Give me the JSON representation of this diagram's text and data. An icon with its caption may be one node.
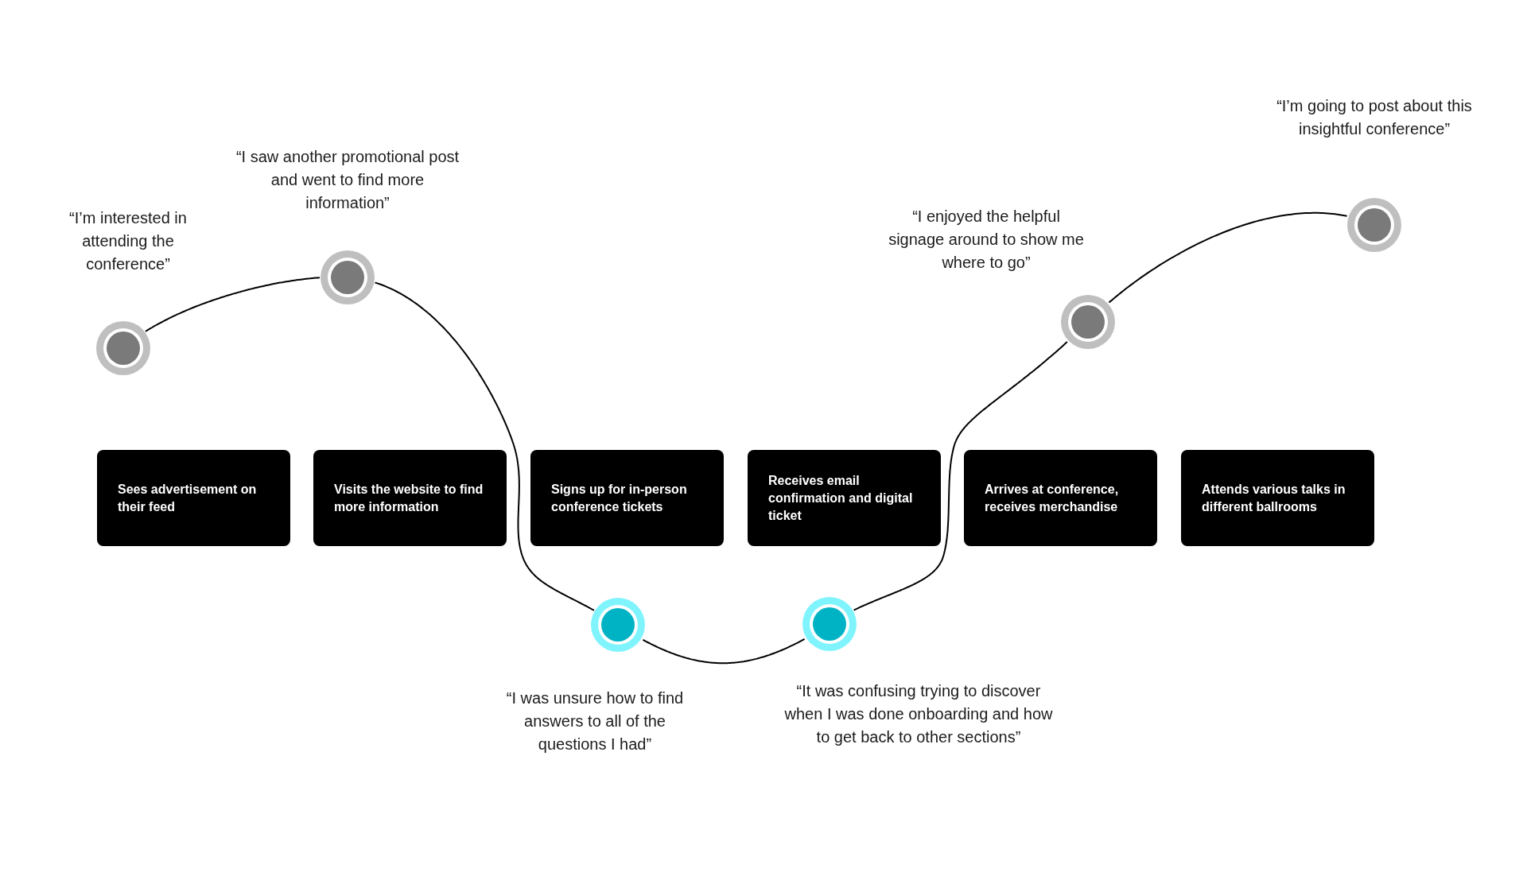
{
  "diagram": {
    "nodes": [
      {
        "text": [
          "Sees advertisement on their feed"
        ]
      },
      {
        "text": [
          "Visits the website to find more information"
        ]
      },
      {
        "text": [
          "Signs up for in-person conference tickets"
        ]
      },
      {
        "text": [
          "Receives email confirmation and digital ticket"
        ]
      },
      {
        "text": [
          "Arrives at conference, receives merchandise"
        ]
      },
      {
        "text": [
          "Attends various talks in different ballrooms"
        ]
      },
      {
        "text": [],
        "shape": "circle",
        "beside": [
          "“I’m interested in attending the conference”"
        ]
      },
      {
        "text": [],
        "shape": "circle",
        "beside": [
          "“I saw another promotional post and went to find more information”"
        ]
      },
      {
        "text": [],
        "shape": "circle",
        "beside": [
          "“I was unsure how to find answers to all of the questions I had”"
        ]
      },
      {
        "text": [],
        "shape": "circle",
        "beside": [
          "“It was confusing trying to discover when I was done onboarding and how to get back to other sections”"
        ]
      },
      {
        "text": [],
        "shape": "circle",
        "beside": [
          "“I enjoyed the helpful signage around to show me where to go”"
        ]
      },
      {
        "text": [],
        "shape": "circle",
        "beside": [
          "“I’m going to post about this insightful conference”"
        ]
      }
    ],
    "edges": [
      {
        "from": 6,
        "to": 7,
        "arrow": "none"
      },
      {
        "from": 7,
        "to": 8,
        "arrow": "none"
      },
      {
        "from": 8,
        "to": 9,
        "arrow": "none"
      },
      {
        "from": 9,
        "to": 10,
        "arrow": "none"
      },
      {
        "from": 10,
        "to": 11,
        "arrow": "none"
      }
    ]
  }
}
